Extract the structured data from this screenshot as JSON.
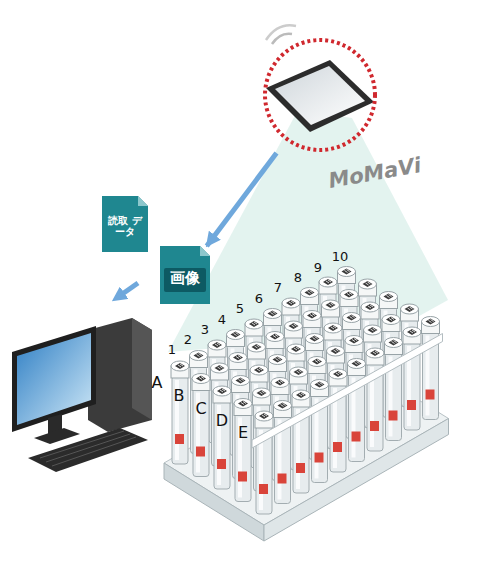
{
  "diagram": {
    "nodes": [
      {
        "text": [
          "MoMaVi"
        ]
      },
      {
        "text": [
          "読取 データ"
        ]
      },
      {
        "text": [
          "画像"
        ]
      }
    ],
    "edges": [
      {
        "from": 0,
        "to": 2,
        "arrow": "to"
      }
    ],
    "labels": [
      "1",
      "2",
      "3",
      "4",
      "5",
      "6",
      "7",
      "8",
      "9",
      "10",
      "A",
      "B",
      "C",
      "D",
      "E"
    ]
  }
}
